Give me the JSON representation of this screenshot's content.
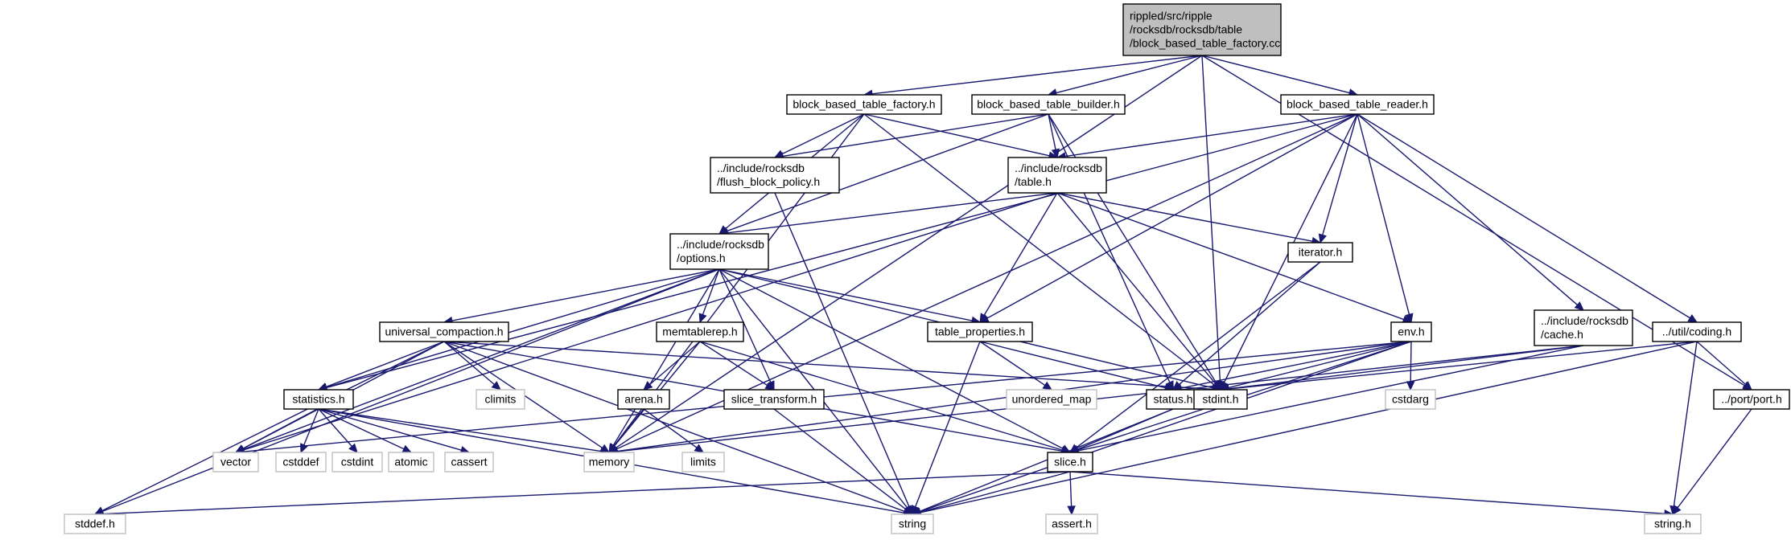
{
  "graph": {
    "edge_color": "#191970",
    "root_fill": "#bfbfbf",
    "system_header_border": "#bfbfbf",
    "nodes": [
      {
        "id": "root",
        "kind": "root",
        "lines": [
          "rippled/src/ripple",
          "/rocksdb/rocksdb/table",
          "/block_based_table_factory.cc"
        ]
      },
      {
        "id": "bbtf_h",
        "kind": "file",
        "lines": [
          "block_based_table_factory.h"
        ]
      },
      {
        "id": "bbtb_h",
        "kind": "file",
        "lines": [
          "block_based_table_builder.h"
        ]
      },
      {
        "id": "bbtr_h",
        "kind": "file",
        "lines": [
          "block_based_table_reader.h"
        ]
      },
      {
        "id": "flush",
        "kind": "file",
        "lines": [
          "../include/rocksdb",
          "/flush_block_policy.h"
        ]
      },
      {
        "id": "table_h",
        "kind": "file",
        "lines": [
          "../include/rocksdb",
          "/table.h"
        ]
      },
      {
        "id": "options_h",
        "kind": "file",
        "lines": [
          "../include/rocksdb",
          "/options.h"
        ]
      },
      {
        "id": "iterator_h",
        "kind": "file",
        "lines": [
          "iterator.h"
        ]
      },
      {
        "id": "univ",
        "kind": "file",
        "lines": [
          "universal_compaction.h"
        ]
      },
      {
        "id": "memtablerep",
        "kind": "file",
        "lines": [
          "memtablerep.h"
        ]
      },
      {
        "id": "table_props",
        "kind": "file",
        "lines": [
          "table_properties.h"
        ]
      },
      {
        "id": "env_h",
        "kind": "file",
        "lines": [
          "env.h"
        ]
      },
      {
        "id": "cache_h",
        "kind": "file",
        "lines": [
          "../include/rocksdb",
          "/cache.h"
        ]
      },
      {
        "id": "coding_h",
        "kind": "file",
        "lines": [
          "../util/coding.h"
        ]
      },
      {
        "id": "climits",
        "kind": "system",
        "lines": [
          "climits"
        ]
      },
      {
        "id": "unordered_map",
        "kind": "system",
        "lines": [
          "unordered_map"
        ]
      },
      {
        "id": "status_h",
        "kind": "file",
        "lines": [
          "status.h"
        ]
      },
      {
        "id": "stdint_h",
        "kind": "file",
        "lines": [
          "stdint.h"
        ]
      },
      {
        "id": "cstdarg",
        "kind": "system",
        "lines": [
          "cstdarg"
        ]
      },
      {
        "id": "port_h",
        "kind": "file",
        "lines": [
          "../port/port.h"
        ]
      },
      {
        "id": "statistics_h",
        "kind": "file",
        "lines": [
          "statistics.h"
        ]
      },
      {
        "id": "arena_h",
        "kind": "file",
        "lines": [
          "arena.h"
        ]
      },
      {
        "id": "slice_transform",
        "kind": "file",
        "lines": [
          "slice_transform.h"
        ]
      },
      {
        "id": "vector",
        "kind": "system",
        "lines": [
          "vector"
        ]
      },
      {
        "id": "cstddef",
        "kind": "system",
        "lines": [
          "cstddef"
        ]
      },
      {
        "id": "cstdint",
        "kind": "system",
        "lines": [
          "cstdint"
        ]
      },
      {
        "id": "atomic",
        "kind": "system",
        "lines": [
          "atomic"
        ]
      },
      {
        "id": "cassert",
        "kind": "system",
        "lines": [
          "cassert"
        ]
      },
      {
        "id": "memory",
        "kind": "system",
        "lines": [
          "memory"
        ]
      },
      {
        "id": "limits",
        "kind": "system",
        "lines": [
          "limits"
        ]
      },
      {
        "id": "slice_h",
        "kind": "file",
        "lines": [
          "slice.h"
        ]
      },
      {
        "id": "stddef_h",
        "kind": "system",
        "lines": [
          "stddef.h"
        ]
      },
      {
        "id": "string",
        "kind": "system",
        "lines": [
          "string"
        ]
      },
      {
        "id": "assert_h",
        "kind": "system",
        "lines": [
          "assert.h"
        ]
      },
      {
        "id": "string_h",
        "kind": "system",
        "lines": [
          "string.h"
        ]
      }
    ],
    "edges": [
      [
        "root",
        "bbtf_h"
      ],
      [
        "root",
        "bbtb_h"
      ],
      [
        "root",
        "bbtr_h"
      ],
      [
        "root",
        "memory"
      ],
      [
        "root",
        "stdint_h"
      ],
      [
        "root",
        "port_h"
      ],
      [
        "bbtf_h",
        "flush"
      ],
      [
        "bbtf_h",
        "table_h"
      ],
      [
        "bbtf_h",
        "options_h"
      ],
      [
        "bbtf_h",
        "memory"
      ],
      [
        "bbtf_h",
        "stdint_h"
      ],
      [
        "bbtb_h",
        "flush"
      ],
      [
        "bbtb_h",
        "table_h"
      ],
      [
        "bbtb_h",
        "options_h"
      ],
      [
        "bbtb_h",
        "status_h"
      ],
      [
        "bbtb_h",
        "stdint_h"
      ],
      [
        "bbtr_h",
        "table_h"
      ],
      [
        "bbtr_h",
        "iterator_h"
      ],
      [
        "bbtr_h",
        "statistics_h"
      ],
      [
        "bbtr_h",
        "table_props"
      ],
      [
        "bbtr_h",
        "env_h"
      ],
      [
        "bbtr_h",
        "cache_h"
      ],
      [
        "bbtr_h",
        "coding_h"
      ],
      [
        "bbtr_h",
        "stdint_h"
      ],
      [
        "bbtr_h",
        "memory"
      ],
      [
        "flush",
        "string"
      ],
      [
        "table_h",
        "options_h"
      ],
      [
        "table_h",
        "iterator_h"
      ],
      [
        "table_h",
        "table_props"
      ],
      [
        "table_h",
        "env_h"
      ],
      [
        "table_h",
        "stdint_h"
      ],
      [
        "table_h",
        "vector"
      ],
      [
        "options_h",
        "univ"
      ],
      [
        "options_h",
        "memtablerep"
      ],
      [
        "options_h",
        "table_props"
      ],
      [
        "options_h",
        "slice_transform"
      ],
      [
        "options_h",
        "statistics_h"
      ],
      [
        "options_h",
        "stdint_h"
      ],
      [
        "options_h",
        "slice_h"
      ],
      [
        "options_h",
        "memory"
      ],
      [
        "options_h",
        "vector"
      ],
      [
        "options_h",
        "string"
      ],
      [
        "options_h",
        "stddef_h"
      ],
      [
        "iterator_h",
        "status_h"
      ],
      [
        "iterator_h",
        "slice_h"
      ],
      [
        "univ",
        "climits"
      ],
      [
        "univ",
        "statistics_h"
      ],
      [
        "univ",
        "stdint_h"
      ],
      [
        "univ",
        "slice_h"
      ],
      [
        "univ",
        "memory"
      ],
      [
        "univ",
        "vector"
      ],
      [
        "univ",
        "string"
      ],
      [
        "univ",
        "stddef_h"
      ],
      [
        "memtablerep",
        "arena_h"
      ],
      [
        "memtablerep",
        "slice_transform"
      ],
      [
        "memtablerep",
        "slice_h"
      ],
      [
        "memtablerep",
        "memory"
      ],
      [
        "table_props",
        "unordered_map"
      ],
      [
        "table_props",
        "status_h"
      ],
      [
        "table_props",
        "string"
      ],
      [
        "env_h",
        "cstdarg"
      ],
      [
        "env_h",
        "status_h"
      ],
      [
        "env_h",
        "stdint_h"
      ],
      [
        "env_h",
        "vector"
      ],
      [
        "env_h",
        "memory"
      ],
      [
        "env_h",
        "string"
      ],
      [
        "env_h",
        "slice_h"
      ],
      [
        "cache_h",
        "stdint_h"
      ],
      [
        "cache_h",
        "memory"
      ],
      [
        "cache_h",
        "slice_h"
      ],
      [
        "coding_h",
        "port_h"
      ],
      [
        "coding_h",
        "stdint_h"
      ],
      [
        "coding_h",
        "string"
      ],
      [
        "coding_h",
        "string_h"
      ],
      [
        "status_h",
        "slice_h"
      ],
      [
        "status_h",
        "string"
      ],
      [
        "port_h",
        "string_h"
      ],
      [
        "statistics_h",
        "vector"
      ],
      [
        "statistics_h",
        "cstddef"
      ],
      [
        "statistics_h",
        "cstdint"
      ],
      [
        "statistics_h",
        "atomic"
      ],
      [
        "statistics_h",
        "cassert"
      ],
      [
        "statistics_h",
        "memory"
      ],
      [
        "statistics_h",
        "string"
      ],
      [
        "arena_h",
        "memory"
      ],
      [
        "arena_h",
        "limits"
      ],
      [
        "slice_transform",
        "string"
      ],
      [
        "slice_h",
        "stddef_h"
      ],
      [
        "slice_h",
        "string"
      ],
      [
        "slice_h",
        "assert_h"
      ],
      [
        "slice_h",
        "string_h"
      ]
    ]
  }
}
